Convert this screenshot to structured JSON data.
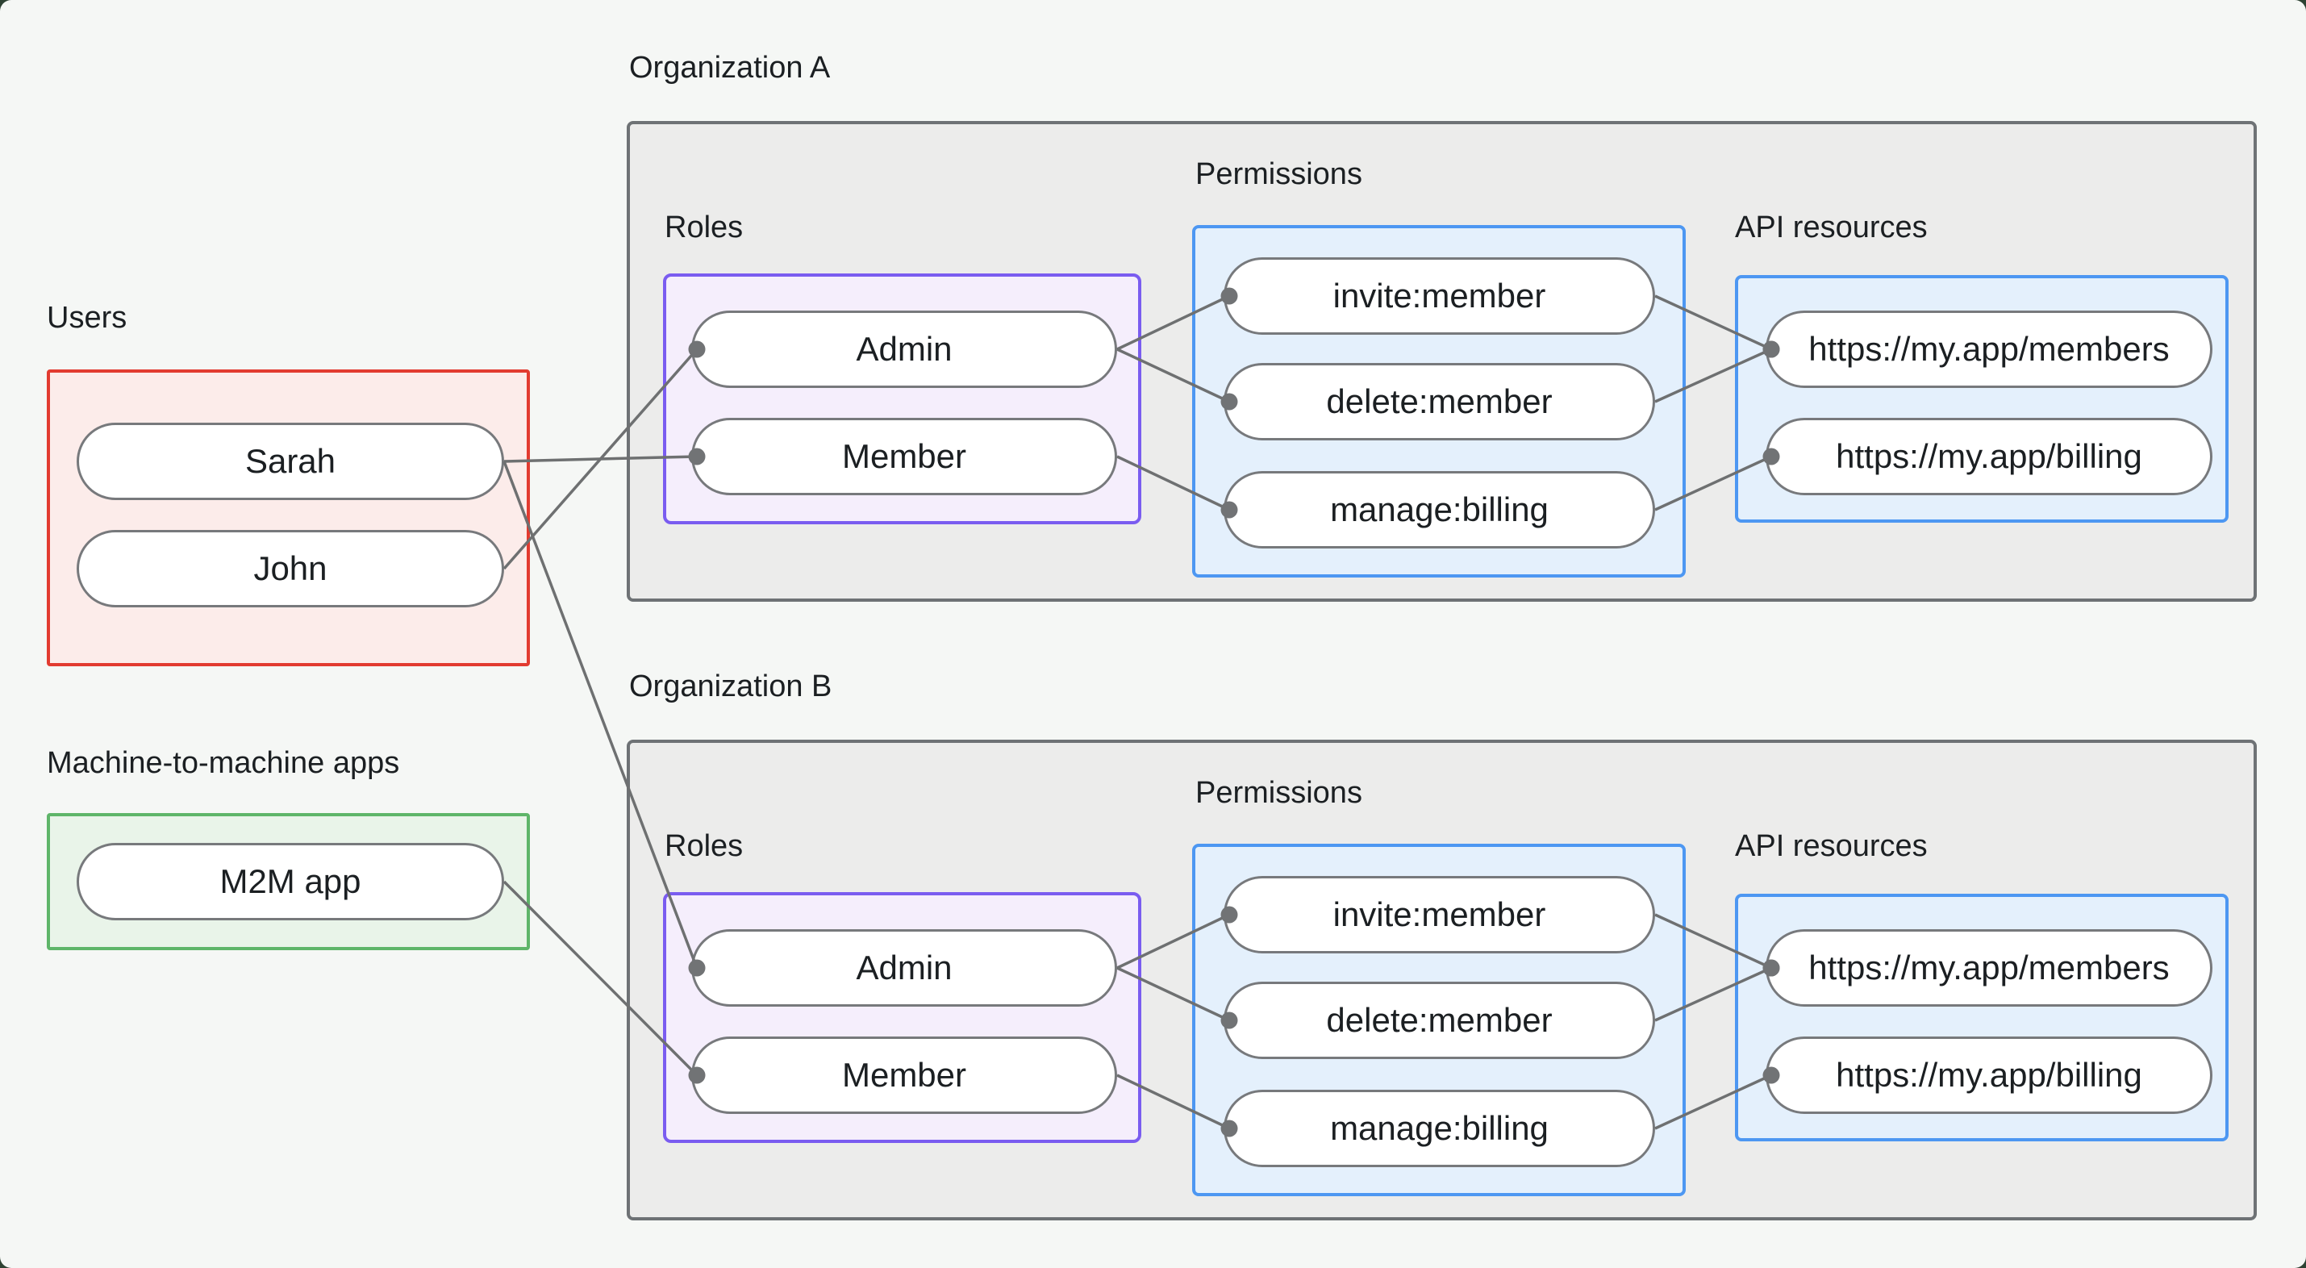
{
  "users": {
    "label": "Users",
    "items": [
      "Sarah",
      "John"
    ]
  },
  "m2m": {
    "label": "Machine-to-machine apps",
    "items": [
      "M2M app"
    ]
  },
  "orgs": [
    {
      "label": "Organization A",
      "roles_label": "Roles",
      "permissions_label": "Permissions",
      "api_label": "API resources",
      "roles": [
        "Admin",
        "Member"
      ],
      "permissions": [
        "invite:member",
        "delete:member",
        "manage:billing"
      ],
      "api_resources": [
        "https://my.app/members",
        "https://my.app/billing"
      ]
    },
    {
      "label": "Organization B",
      "roles_label": "Roles",
      "permissions_label": "Permissions",
      "api_label": "API resources",
      "roles": [
        "Admin",
        "Member"
      ],
      "permissions": [
        "invite:member",
        "delete:member",
        "manage:billing"
      ],
      "api_resources": [
        "https://my.app/members",
        "https://my.app/billing"
      ]
    }
  ],
  "edges": [
    {
      "from": "john",
      "to": "a-admin"
    },
    {
      "from": "sarah",
      "to": "a-member"
    },
    {
      "from": "sarah",
      "to": "b-admin"
    },
    {
      "from": "m2m",
      "to": "b-member"
    },
    {
      "from": "a-admin",
      "to": "a-invite"
    },
    {
      "from": "a-admin",
      "to": "a-delete"
    },
    {
      "from": "a-member",
      "to": "a-manage"
    },
    {
      "from": "a-invite",
      "to": "a-members"
    },
    {
      "from": "a-delete",
      "to": "a-members"
    },
    {
      "from": "a-manage",
      "to": "a-billing"
    },
    {
      "from": "b-admin",
      "to": "b-invite"
    },
    {
      "from": "b-admin",
      "to": "b-delete"
    },
    {
      "from": "b-member",
      "to": "b-manage"
    },
    {
      "from": "b-invite",
      "to": "b-members"
    },
    {
      "from": "b-delete",
      "to": "b-members"
    },
    {
      "from": "b-manage",
      "to": "b-billing"
    }
  ],
  "colors": {
    "background": "#f5f7f5",
    "text": "#1b1f22",
    "users_border": "#e23b30",
    "users_fill": "#fcecea",
    "m2m_border": "#5eb569",
    "m2m_fill": "#e9f4e9",
    "org_border": "#6e7275",
    "org_fill": "#ececeb",
    "roles_border": "#7a5cf0",
    "roles_fill": "#f5eefc",
    "perm_border": "#4d97f2",
    "perm_fill": "#e4f0fc",
    "api_border": "#4d97f2",
    "api_fill": "#e4f0fc",
    "pill_bg": "#ffffff",
    "pill_border": "#77797c",
    "edge": "#6e7071",
    "edge_dot": "#717375"
  }
}
